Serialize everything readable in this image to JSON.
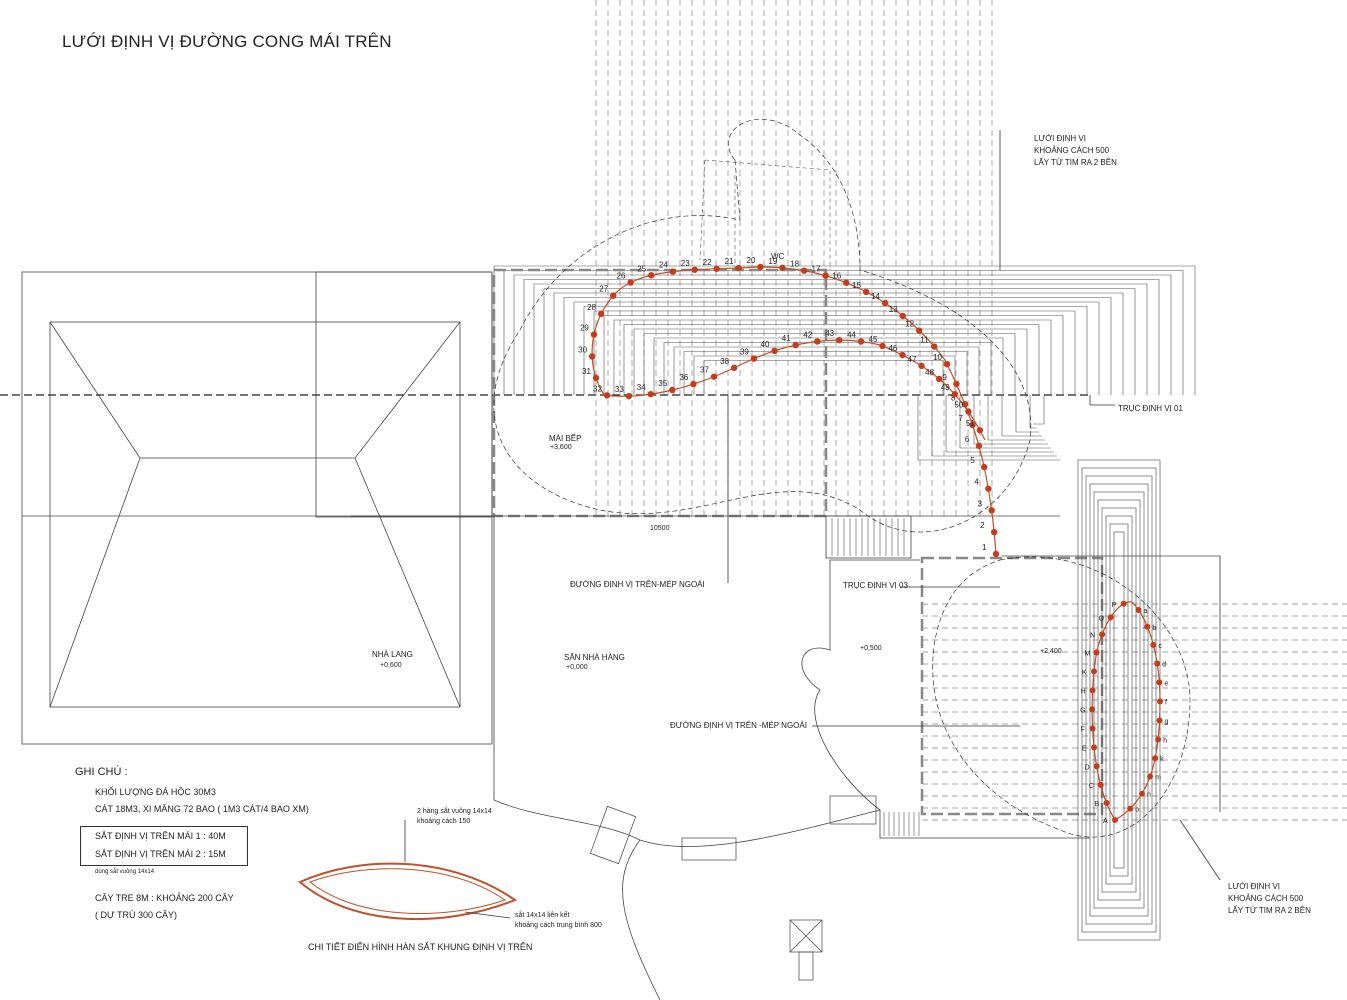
{
  "title": "LƯỚI  ĐỊNH VỊ ĐƯỜNG CONG MÁI TRÊN",
  "colors": {
    "line": "#444444",
    "curve": "#c0502a",
    "point": "#c63b1a",
    "dash": "#666666"
  },
  "labels": {
    "grid_note_top": [
      "LƯỚI ĐỊNH VỊ",
      "KHOẢNG CÁCH 500",
      "LẤY TỪ TIM RA 2 BÊN"
    ],
    "grid_note_bottom": [
      "LƯỚI ĐỊNH VỊ",
      "KHOẢNG CÁCH 500",
      "LẤY TỪ TIM RA 2 BÊN"
    ],
    "axis_01": "TRỤC ĐỊNH VỊ 01",
    "axis_03": "TRỤC ĐỊNH VỊ 03",
    "wc": "WC",
    "kitchen_roof": "MÁI BẾP",
    "kitchen_level": "+3,600",
    "outline_upper": "ĐƯỜNG ĐỊNH VỊ TRÊN-MÉP NGOÀI",
    "outline_lower": "ĐƯỜNG ĐỊNH VỊ  TRÊN -MÉP NGOÀI",
    "nha_lang": "NHÀ LANG",
    "nha_lang_level": "+0,600",
    "san": "SÂN NHÀ HÀNG",
    "san_level": "+0,000",
    "level_0500": "+0,500",
    "level_2400": "+2,400",
    "dim_10500": "10500",
    "weld_note_1": "2 hàng sắt vuông 14x14",
    "weld_note_2": "khoảng cách 150",
    "weld_note_3": "sắt 14x14 liên kết",
    "weld_note_4": "khoảng cách trung bình 800",
    "weld_caption": "CHI TIẾT ĐIỂN HÌNH HÀN SẮT KHUNG ĐỊNH VỊ TRÊN"
  },
  "notes": {
    "heading": "GHI CHÚ :",
    "line1": "KHỐI LƯỢNG ĐÁ HỘC 30M3",
    "line2": "CÁT 18M3,  XI MĂNG 72 BAO ( 1M3 CÁT/4 BAO XM)",
    "box1": "SẮT ĐỊNH VỊ TRÊN MÁI 1 : 40M",
    "box2": "SẮT ĐỊNH VỊ TRÊN MÁI 2 : 15M",
    "line3": "dùng sắt vuông 14x14",
    "line4": "CÂY TRE 8M : KHOẢNG 200 CÂY",
    "line5": "( DỰ TRÙ 300 CÂY)"
  },
  "upper_points": [
    "1",
    "2",
    "3",
    "4",
    "5",
    "6",
    "7",
    "8",
    "9",
    "10",
    "11",
    "12",
    "13",
    "14",
    "15",
    "16",
    "17",
    "18",
    "19",
    "20",
    "21",
    "22",
    "23",
    "24",
    "25",
    "26",
    "27",
    "28",
    "29",
    "30",
    "31",
    "32",
    "33",
    "34",
    "35",
    "36",
    "37",
    "38",
    "39",
    "40",
    "41",
    "42",
    "43",
    "44",
    "45",
    "46",
    "47",
    "48",
    "49",
    "50",
    "51"
  ],
  "lower_points": [
    "A",
    "B",
    "C",
    "D",
    "E",
    "F",
    "G",
    "H",
    "K",
    "M",
    "N",
    "O",
    "P",
    "a",
    "b",
    "c",
    "d",
    "e",
    "f",
    "g",
    "h",
    "k",
    "m",
    "n",
    "o"
  ]
}
